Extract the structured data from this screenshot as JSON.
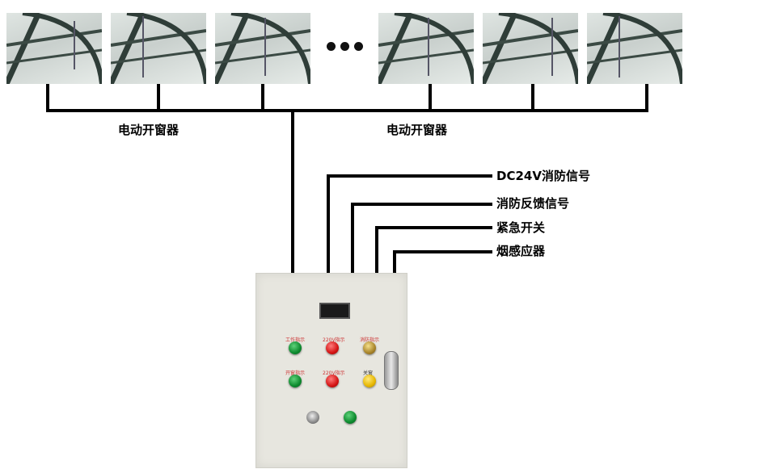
{
  "windows": [
    {
      "name": "window-1"
    },
    {
      "name": "window-2"
    },
    {
      "name": "window-3"
    },
    {
      "name": "window-4"
    },
    {
      "name": "window-5"
    },
    {
      "name": "window-6"
    }
  ],
  "labels": {
    "window_group_left": "电动开窗器",
    "window_group_right": "电动开窗器",
    "signal_dc24v": "DC24V消防信号",
    "signal_feedback": "消防反馈信号",
    "emergency_switch": "紧急开关",
    "smoke_detector": "烟感应器"
  },
  "cabinet": {
    "lamp_labels": {
      "work_indicator": "工作指示",
      "v220_indicator_top": "220V指示",
      "fire_indicator": "消防指示",
      "open_indicator": "开窗指示",
      "v220_indicator_bottom": "220V指示",
      "close_window": "关窗"
    }
  },
  "colors": {
    "wire": "#000000",
    "cabinet": "#e7e6df",
    "lamp_green": "#0d8a2e",
    "lamp_red": "#d41414",
    "lamp_yellow": "#e6b600"
  }
}
